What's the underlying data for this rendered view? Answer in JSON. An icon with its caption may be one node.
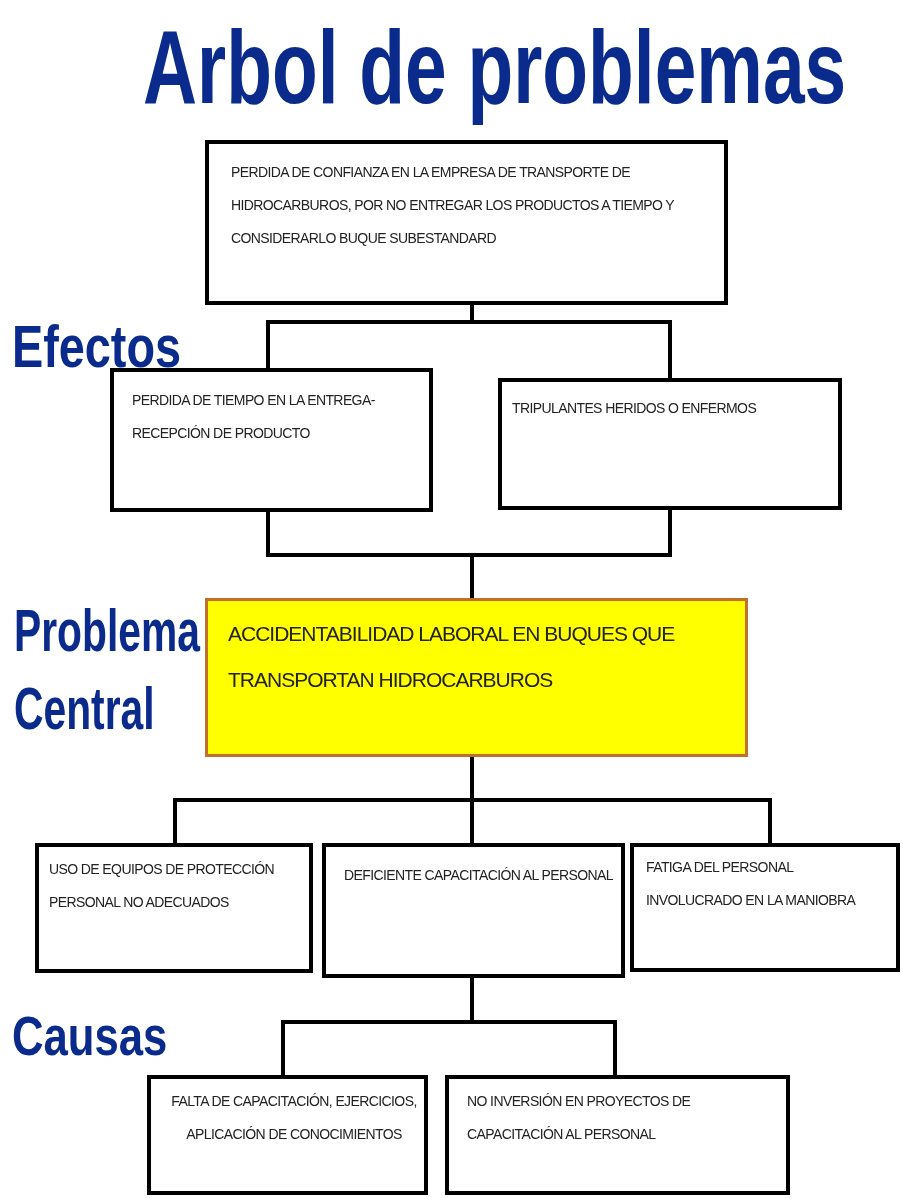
{
  "diagram": {
    "title": "Arbol de problemas",
    "nodes": [
      {
        "text": [
          "PERDIDA DE CONFIANZA EN LA EMPRESA DE TRANSPORTE DE HIDROCARBUROS, POR NO ENTREGAR LOS PRODUCTOS A TIEMPO Y CONSIDERARLO BUQUE SUBESTANDARD"
        ]
      },
      {
        "text": [
          "PERDIDA DE TIEMPO EN LA ENTREGA- RECEPCIÓN DE PRODUCTO"
        ]
      },
      {
        "text": [
          "TRIPULANTES HERIDOS O ENFERMOS"
        ]
      },
      {
        "text": [
          "ACCIDENTABILIDAD LABORAL EN BUQUES QUE TRANSPORTAN HIDROCARBUROS"
        ]
      },
      {
        "text": [
          "USO DE EQUIPOS DE PROTECCIÓN PERSONAL NO ADECUADOS"
        ]
      },
      {
        "text": [
          "DEFICIENTE CAPACITACIÓN AL PERSONAL"
        ]
      },
      {
        "text": [
          "FATIGA DEL PERSONAL INVOLUCRADO EN LA MANIOBRA"
        ]
      },
      {
        "text": [
          "FALTA DE CAPACITACIÓN, EJERCICIOS, APLICACIÓN DE CONOCIMIENTOS"
        ]
      },
      {
        "text": [
          "NO INVERSIÓN EN PROYECTOS DE CAPACITACIÓN AL PERSONAL"
        ]
      }
    ],
    "edges": [
      {
        "from": 0,
        "to": 1,
        "arrow": "none"
      },
      {
        "from": 0,
        "to": 2,
        "arrow": "none"
      },
      {
        "from": 1,
        "to": 3,
        "arrow": "none"
      },
      {
        "from": 2,
        "to": 3,
        "arrow": "none"
      },
      {
        "from": 3,
        "to": 4,
        "arrow": "none"
      },
      {
        "from": 3,
        "to": 5,
        "arrow": "none"
      },
      {
        "from": 3,
        "to": 6,
        "arrow": "none"
      },
      {
        "from": 5,
        "to": 7,
        "arrow": "none"
      },
      {
        "from": 5,
        "to": 8,
        "arrow": "none"
      }
    ],
    "labels": [
      "Efectos",
      "Problema Central",
      "Causas"
    ]
  }
}
